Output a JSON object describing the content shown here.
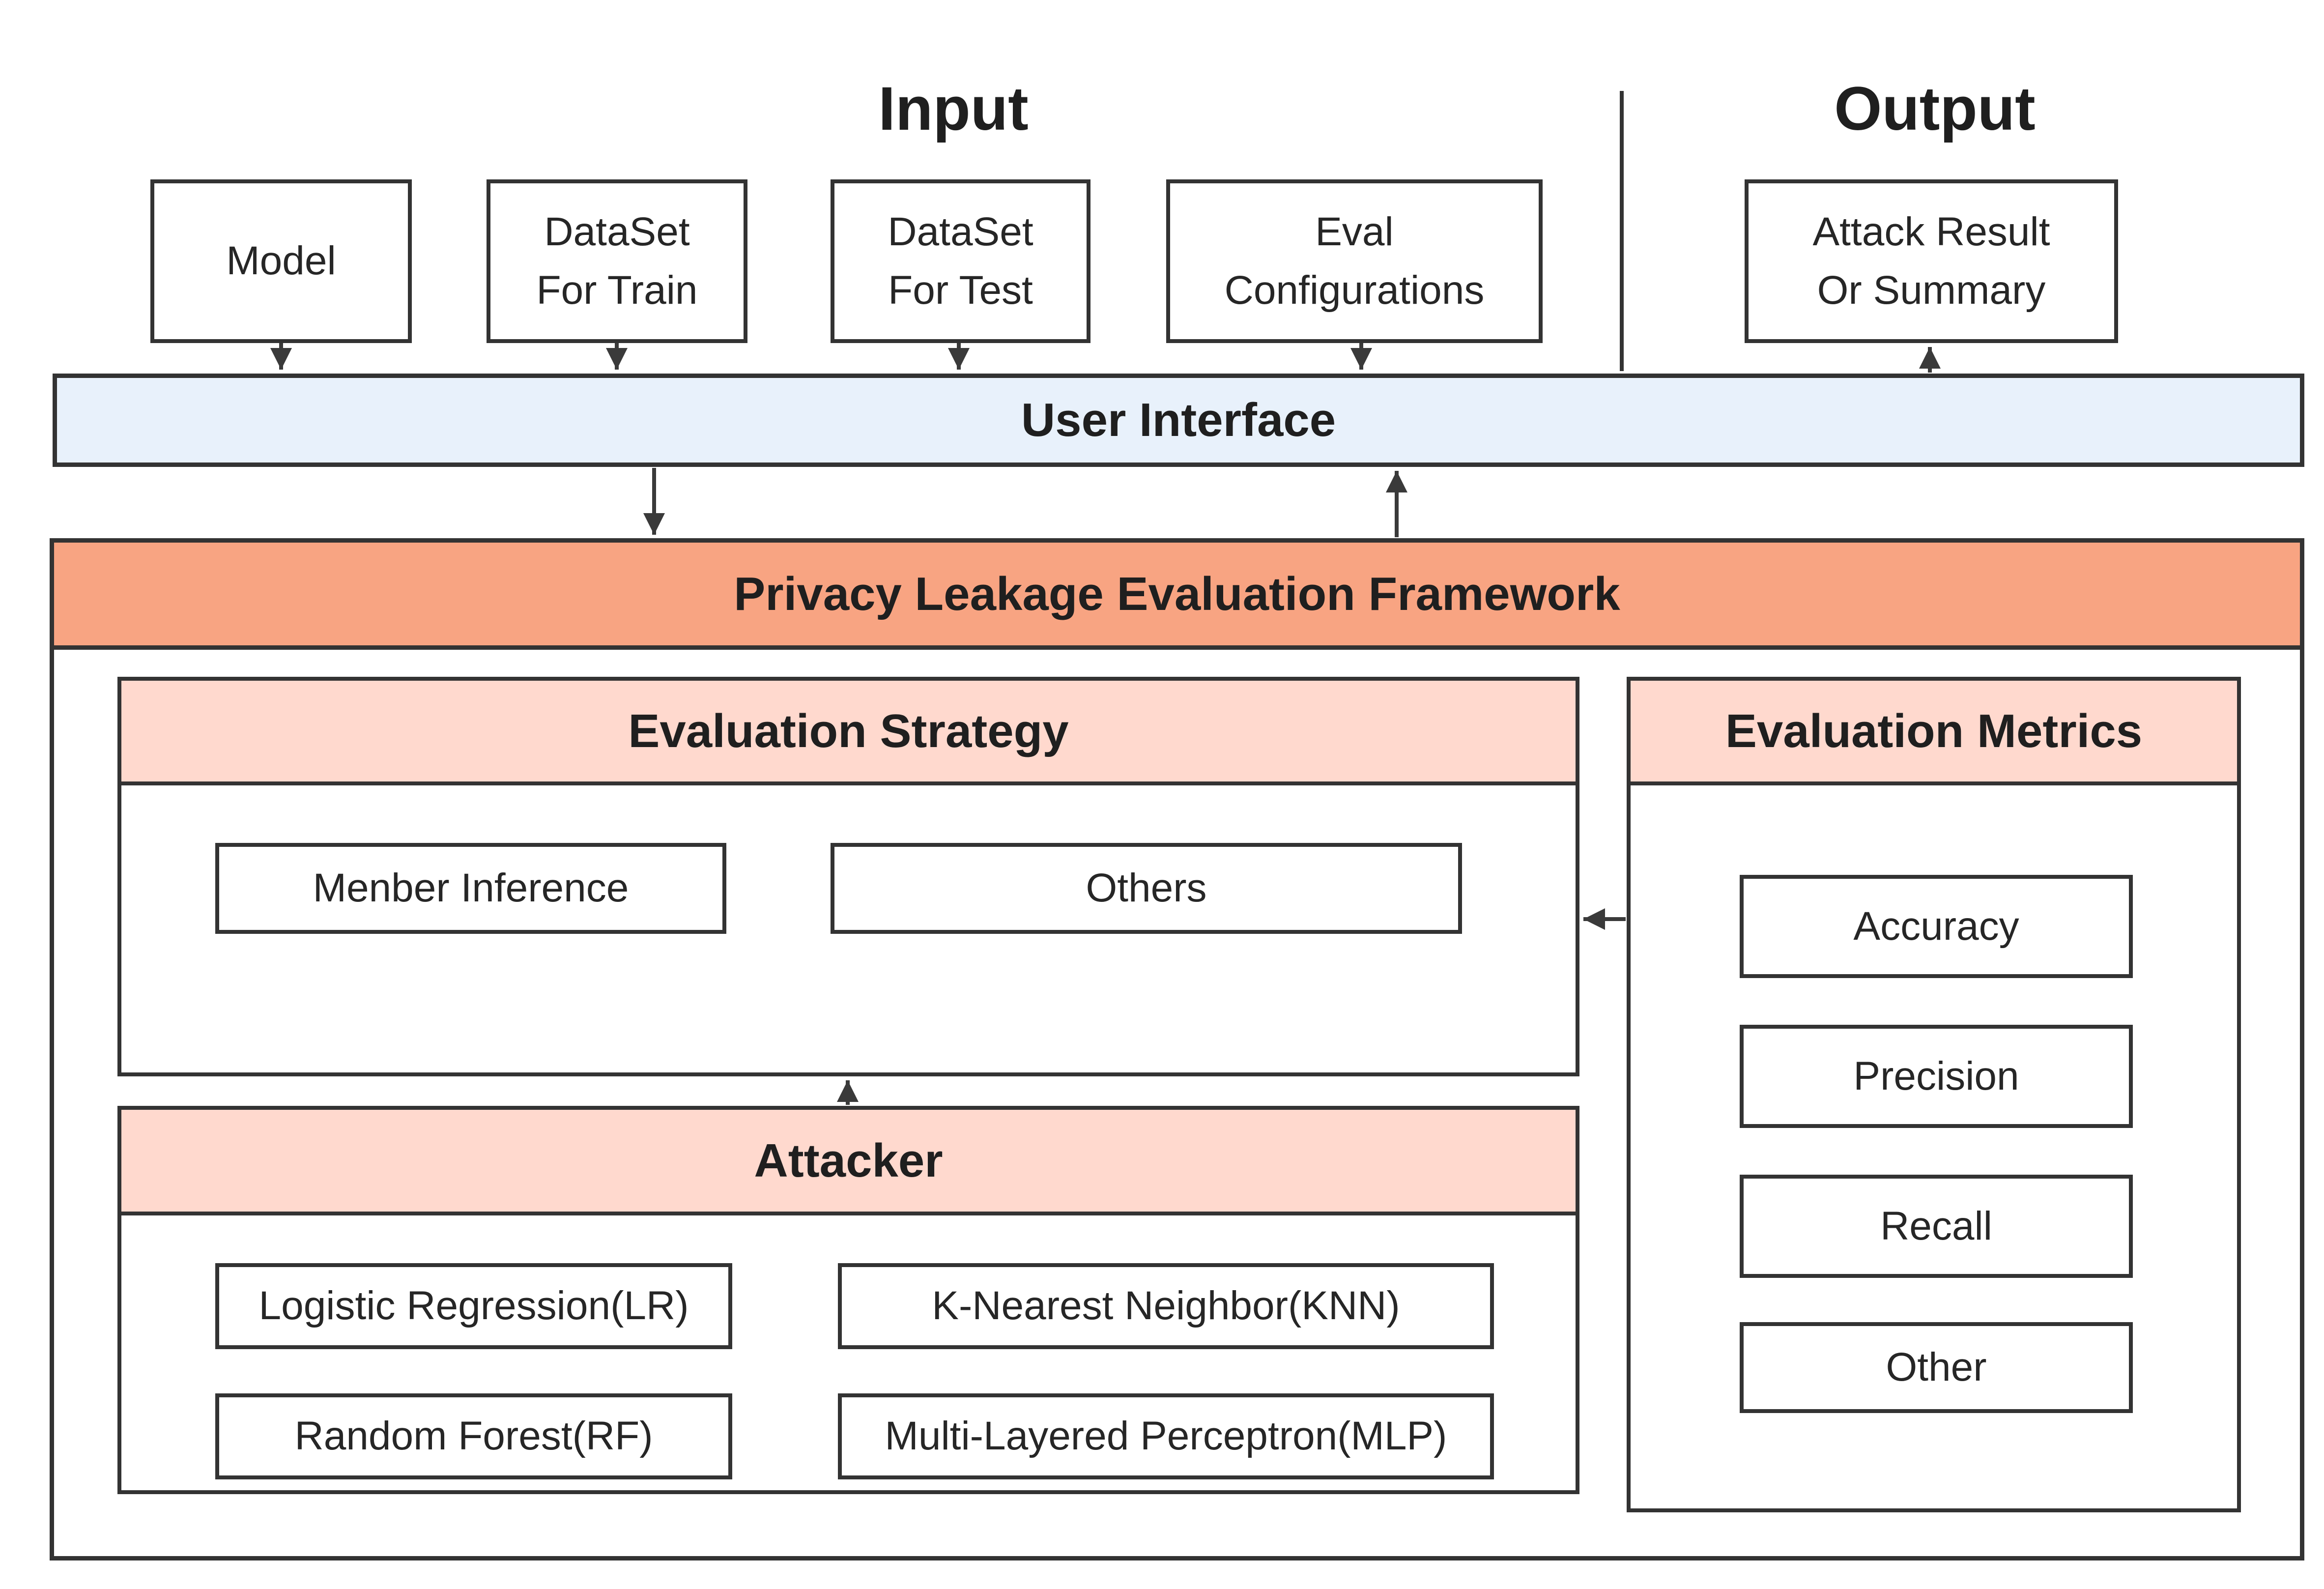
{
  "titles": {
    "input": "Input",
    "output": "Output"
  },
  "input_boxes": [
    "Model",
    "DataSet\nFor Train",
    "DataSet\nFor Test",
    "Eval\nConfigurations"
  ],
  "output_box": "Attack Result\nOr Summary",
  "ui_bar": {
    "label": "User Interface",
    "bg_color": "#e8f1fb"
  },
  "framework": {
    "label": "Privacy Leakage Evaluation Framework",
    "bg_color": "#f8a482"
  },
  "strategy": {
    "header": "Evaluation Strategy",
    "header_bg_color": "#ffd9ce",
    "items": [
      "Menber Inference",
      "Others"
    ]
  },
  "attacker": {
    "header": "Attacker",
    "header_bg_color": "#ffd9ce",
    "items": [
      "Logistic Regression(LR)",
      "K-Nearest Neighbor(KNN)",
      "Random Forest(RF)",
      "Multi-Layered Perceptron(MLP)"
    ]
  },
  "metrics": {
    "header": "Evaluation Metrics",
    "header_bg_color": "#ffd9ce",
    "items": [
      "Accuracy",
      "Precision",
      "Recall",
      "Other"
    ]
  },
  "colors": {
    "border": "#333333",
    "arrow": "#3a3a3a",
    "text": "#262626",
    "background": "#ffffff"
  }
}
